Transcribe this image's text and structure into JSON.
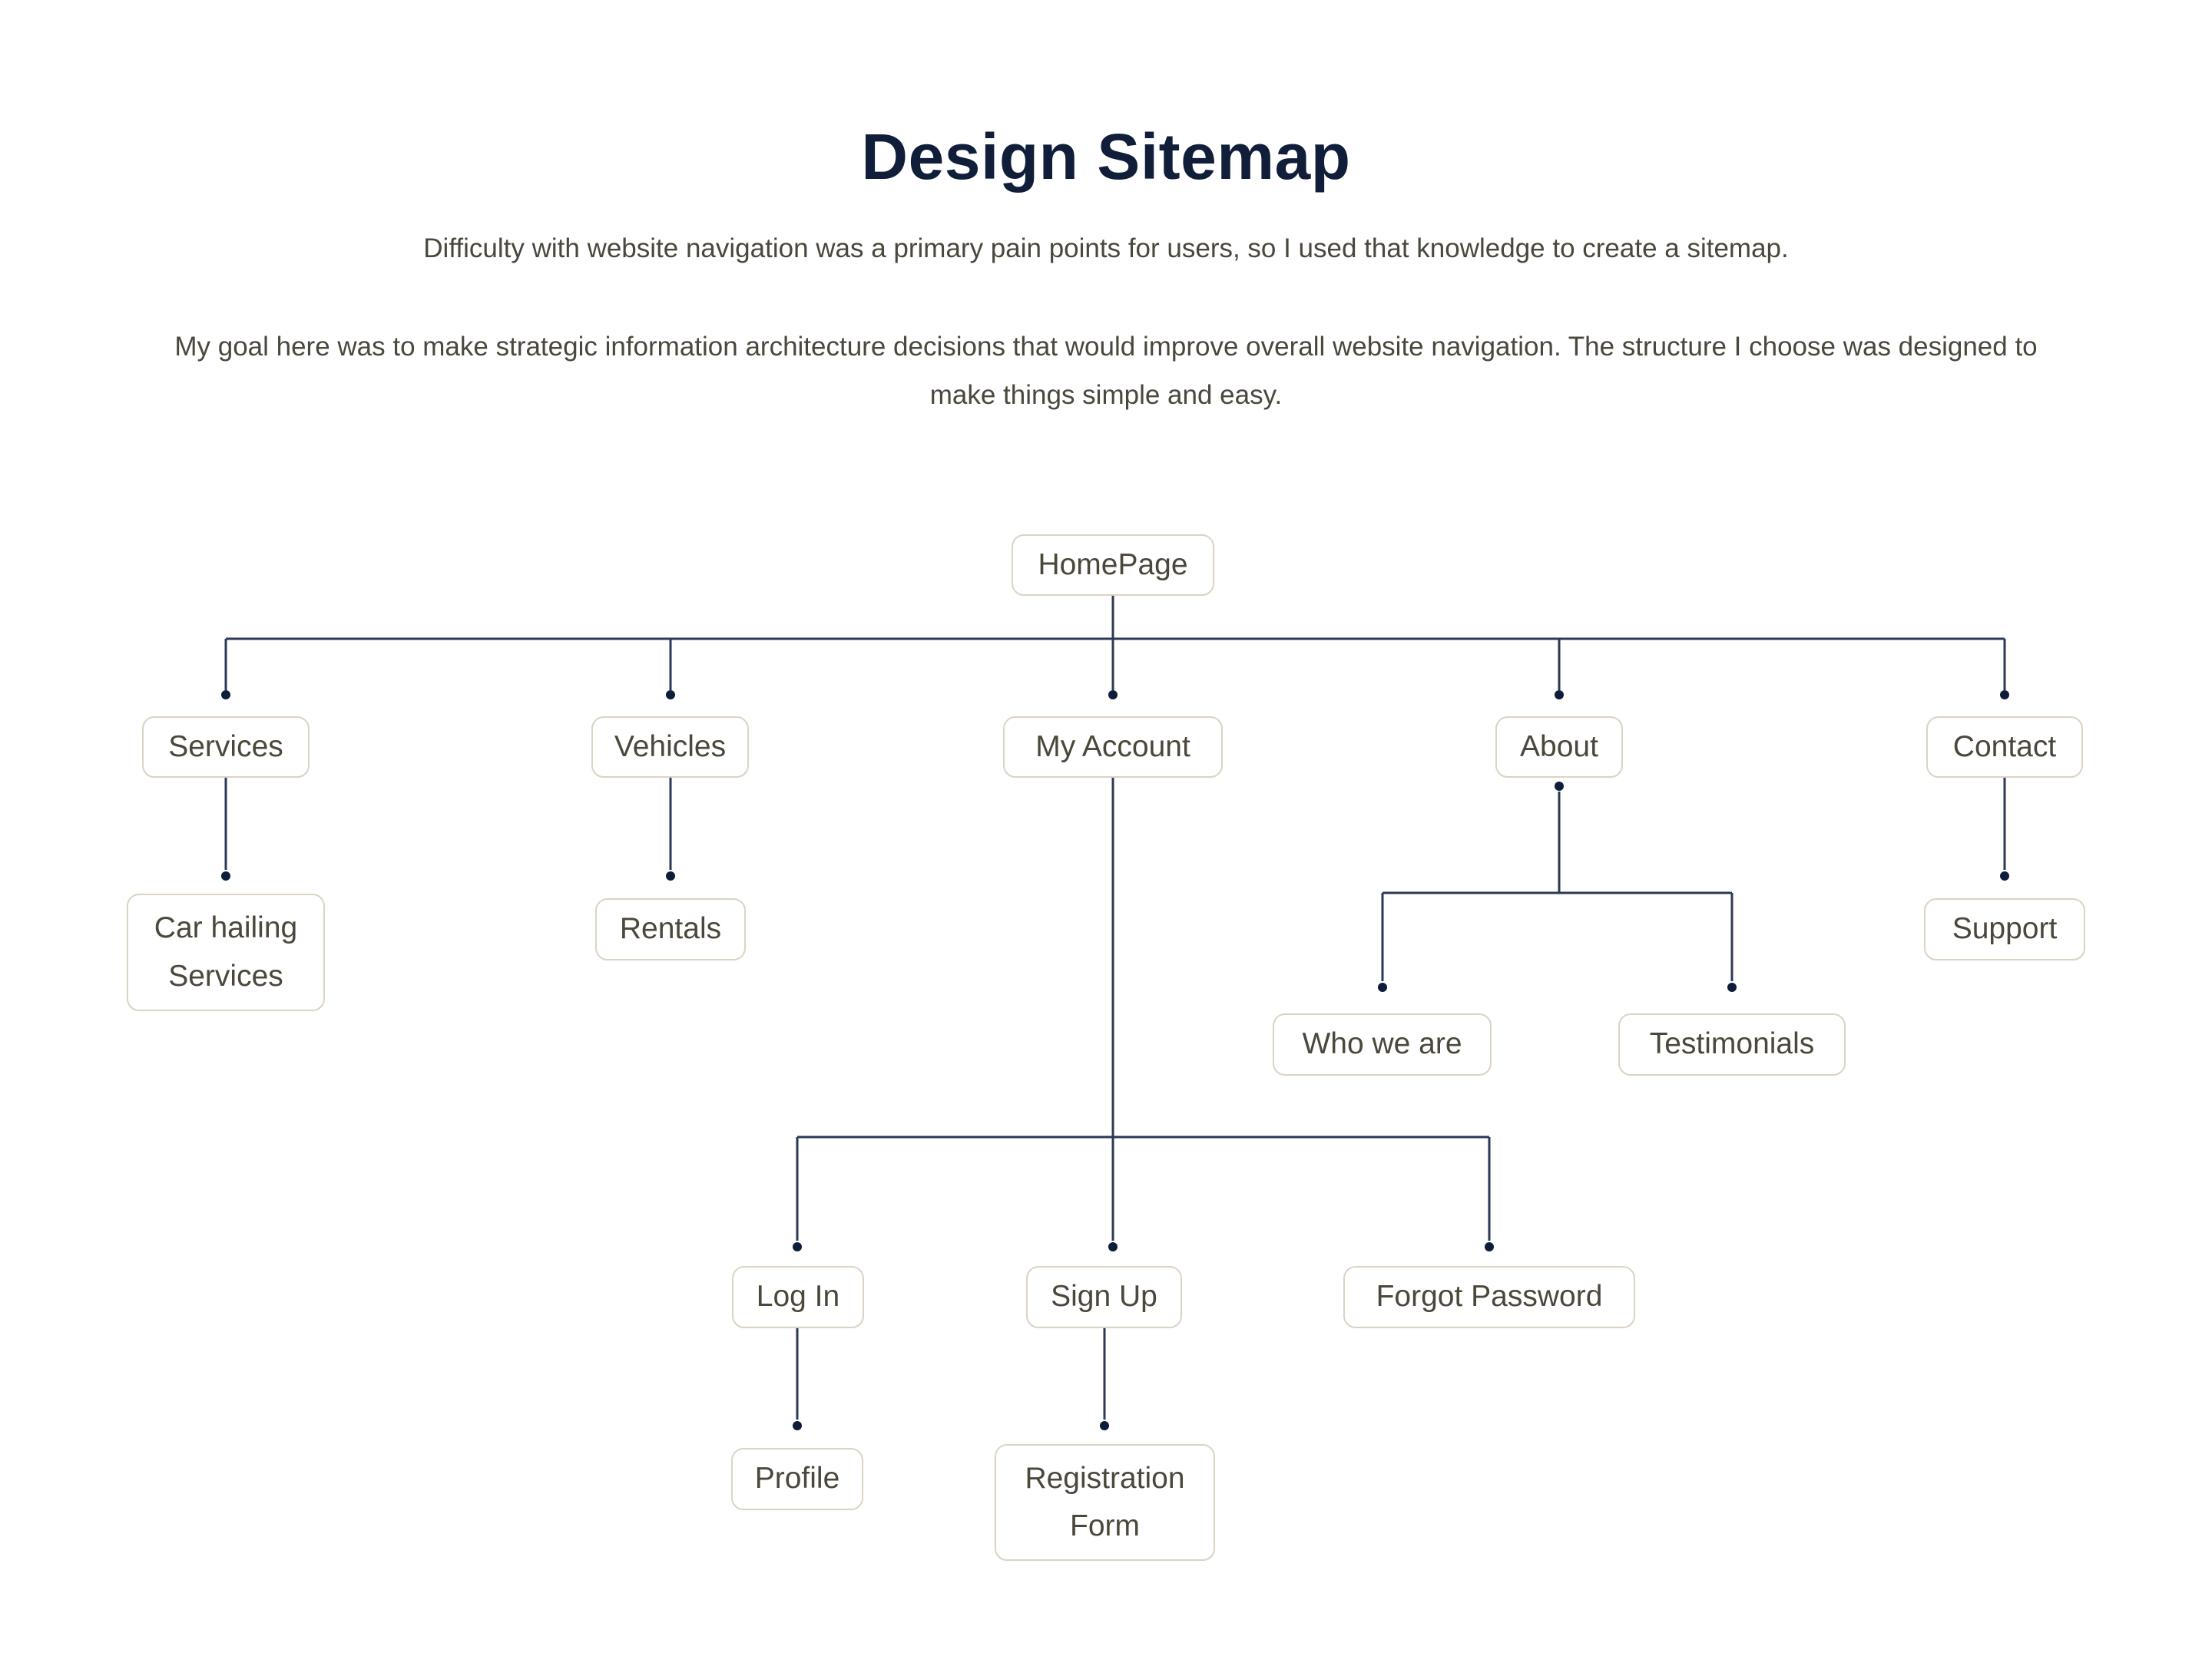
{
  "page": {
    "title": "Design Sitemap",
    "intro_paragraph_1": "Difficulty with website navigation was a primary pain points for users, so I used that knowledge to create a sitemap.",
    "intro_paragraph_2": "My goal here was to make strategic information architecture decisions that would improve overall website navigation. The structure I choose was designed to make things simple and easy."
  },
  "colors": {
    "background": "#ffffff",
    "title_text": "#101e3a",
    "body_text": "#4a473c",
    "node_text": "#4b473b",
    "node_border": "#dbd4c4",
    "connector_line": "#2b3a54",
    "connector_dot": "#0e1d3a"
  },
  "sitemap": {
    "root": "homepage",
    "nodes": [
      {
        "id": "homepage",
        "label": "HomePage",
        "parent": null
      },
      {
        "id": "services",
        "label": "Services",
        "parent": "homepage"
      },
      {
        "id": "vehicles",
        "label": "Vehicles",
        "parent": "homepage"
      },
      {
        "id": "myaccount",
        "label": "My Account",
        "parent": "homepage"
      },
      {
        "id": "about",
        "label": "About",
        "parent": "homepage"
      },
      {
        "id": "contact",
        "label": "Contact",
        "parent": "homepage"
      },
      {
        "id": "carhailing",
        "label": "Car hailing Services",
        "parent": "services"
      },
      {
        "id": "rentals",
        "label": "Rentals",
        "parent": "vehicles"
      },
      {
        "id": "support",
        "label": "Support",
        "parent": "contact"
      },
      {
        "id": "whoweare",
        "label": "Who we are",
        "parent": "about"
      },
      {
        "id": "testimonials",
        "label": "Testimonials",
        "parent": "about"
      },
      {
        "id": "login",
        "label": "Log In",
        "parent": "myaccount"
      },
      {
        "id": "signup",
        "label": "Sign Up",
        "parent": "myaccount"
      },
      {
        "id": "forgotpassword",
        "label": "Forgot Password",
        "parent": "myaccount"
      },
      {
        "id": "profile",
        "label": "Profile",
        "parent": "login"
      },
      {
        "id": "registrationform",
        "label": "Registration Form",
        "parent": "signup"
      }
    ]
  }
}
